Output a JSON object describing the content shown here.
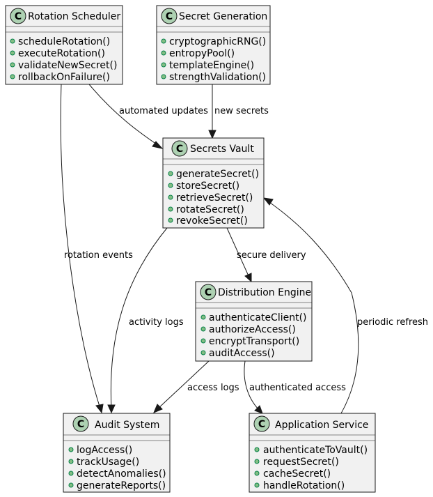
{
  "diagram": {
    "class_marker": "C",
    "classes": {
      "rotation_scheduler": {
        "name": "Rotation Scheduler",
        "methods": [
          "scheduleRotation()",
          "executeRotation()",
          "validateNewSecret()",
          "rollbackOnFailure()"
        ]
      },
      "secret_generation": {
        "name": "Secret Generation",
        "methods": [
          "cryptographicRNG()",
          "entropyPool()",
          "templateEngine()",
          "strengthValidation()"
        ]
      },
      "secrets_vault": {
        "name": "Secrets Vault",
        "methods": [
          "generateSecret()",
          "storeSecret()",
          "retrieveSecret()",
          "rotateSecret()",
          "revokeSecret()"
        ]
      },
      "distribution_engine": {
        "name": "Distribution Engine",
        "methods": [
          "authenticateClient()",
          "authorizeAccess()",
          "encryptTransport()",
          "auditAccess()"
        ]
      },
      "audit_system": {
        "name": "Audit System",
        "methods": [
          "logAccess()",
          "trackUsage()",
          "detectAnomalies()",
          "generateReports()"
        ]
      },
      "application_service": {
        "name": "Application Service",
        "methods": [
          "authenticateToVault()",
          "requestSecret()",
          "cacheSecret()",
          "handleRotation()"
        ]
      }
    },
    "edges": {
      "automated_updates": "automated updates",
      "new_secrets": "new secrets",
      "rotation_events": "rotation events",
      "secure_delivery": "secure delivery",
      "activity_logs": "activity logs",
      "periodic_refresh": "periodic refresh",
      "access_logs": "access logs",
      "authenticated_access": "authenticated access"
    }
  }
}
